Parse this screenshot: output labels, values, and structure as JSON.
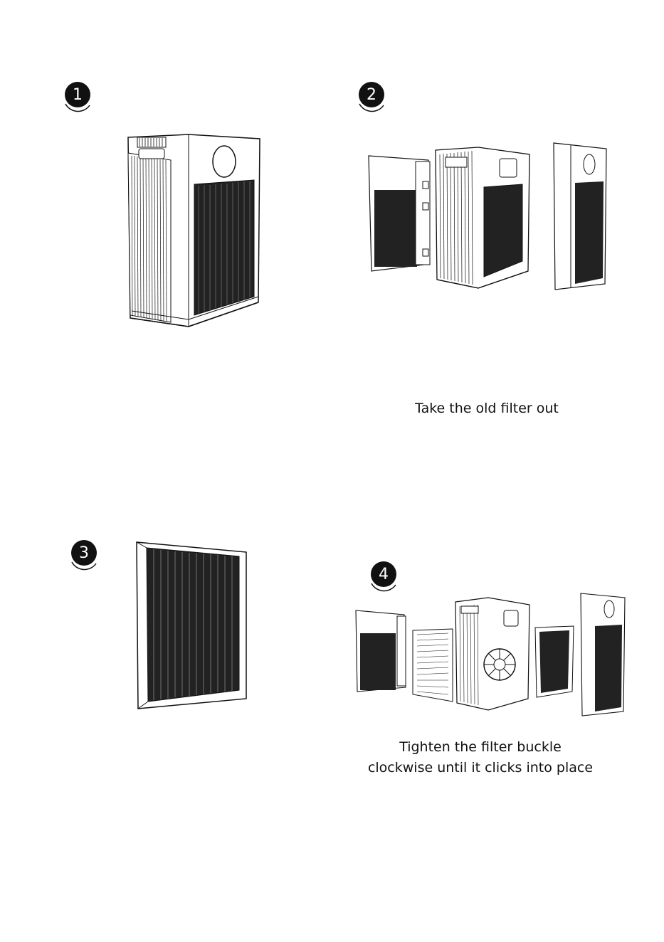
{
  "steps": [
    {
      "number": "1",
      "caption": ""
    },
    {
      "number": "2",
      "caption": "Take the old filter out"
    },
    {
      "number": "3",
      "caption": ""
    },
    {
      "number": "4",
      "caption_line1": "Tighten the filter buckle",
      "caption_line2": "clockwise until it clicks into place"
    }
  ],
  "colors": {
    "line": "#111111",
    "fill": "#ffffff"
  },
  "icons": [
    "step-1-badge-icon",
    "step-2-badge-icon",
    "step-3-badge-icon",
    "step-4-badge-icon"
  ]
}
